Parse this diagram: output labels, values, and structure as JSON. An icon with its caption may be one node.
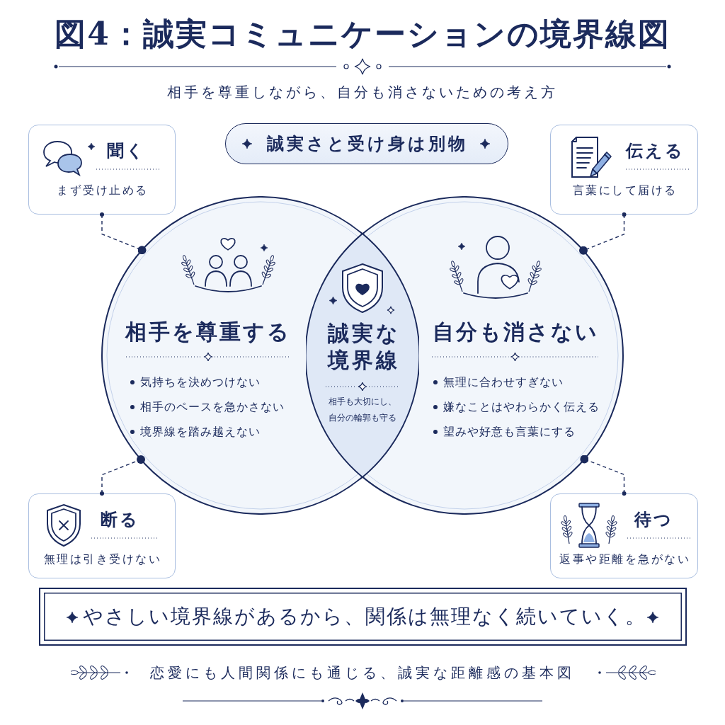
{
  "diagram": {
    "title": "図4：誠実コミュニケーションの境界線図",
    "caption": "恋愛にも人間関係にも通じる、誠実な距離感の基本図",
    "nodes": [
      {
        "text": [
          "聞く",
          "まず受け止める"
        ]
      },
      {
        "text": [
          "誠実さと受け身は別物"
        ]
      },
      {
        "text": [
          "伝える",
          "言葉にして届ける"
        ]
      },
      {
        "text": [
          "相手を尊重する",
          "気持ちを決めつけない",
          "相手のペースを急かさない",
          "境界線を踏み越えない"
        ]
      },
      {
        "text": [
          "誠実な境界線",
          "相手も大切にし、自分の輪郭も守る"
        ]
      },
      {
        "text": [
          "自分も消さない",
          "無理に合わせすぎない",
          "嫌なことはやわらかく伝える",
          "望みや好意も言葉にする"
        ]
      },
      {
        "text": [
          "断る",
          "無理は引き受けない"
        ]
      },
      {
        "text": [
          "待つ",
          "返事や距離を急がない"
        ]
      },
      {
        "text": [
          "やさしい境界線があるから、関係は無理なく続いていく。"
        ]
      }
    ],
    "edges": [
      {
        "from": 0,
        "to": 3,
        "arrow": "other",
        "style": "dashed"
      },
      {
        "from": 2,
        "to": 5,
        "arrow": "other",
        "style": "dashed"
      },
      {
        "from": 6,
        "to": 3,
        "arrow": "other",
        "style": "dashed"
      },
      {
        "from": 7,
        "to": 5,
        "arrow": "other",
        "style": "dashed"
      }
    ],
    "labels": [
      "相手を尊重しながら、自分も消さないための考え方"
    ]
  }
}
